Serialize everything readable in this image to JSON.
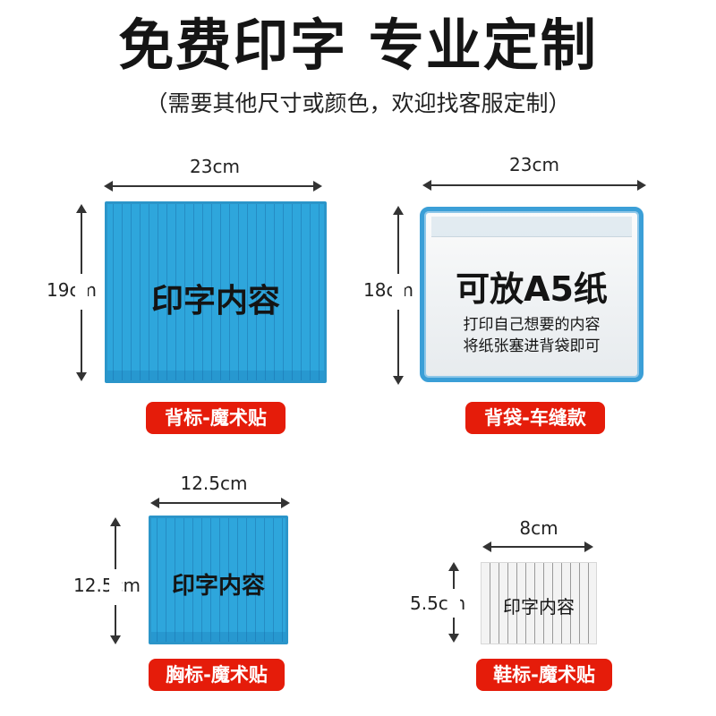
{
  "header": {
    "title": "免费印字 专业定制",
    "subtitle": "（需要其他尺寸或颜色，欢迎找客服定制）"
  },
  "products": [
    {
      "label_badge": "背标-魔术贴",
      "width": "23cm",
      "height": "19cm",
      "patch_text": "印字内容",
      "color": "#2ea6dc"
    },
    {
      "label_badge": "背袋-车缝款",
      "width": "23cm",
      "height": "18cm",
      "pocket_title": "可放A5纸",
      "pocket_line1": "打印自己想要的内容",
      "pocket_line2": "将纸张塞进背袋即可",
      "color": "#3b9fd7"
    },
    {
      "label_badge": "胸标-魔术贴",
      "width": "12.5cm",
      "height": "12.5cm",
      "patch_text": "印字内容",
      "color": "#2ea6dc"
    },
    {
      "label_badge": "鞋标-魔术贴",
      "width": "8cm",
      "height": "5.5cm",
      "patch_text": "印字内容",
      "color": "#f3f3f3"
    }
  ],
  "badge_color": "#e51c0a"
}
